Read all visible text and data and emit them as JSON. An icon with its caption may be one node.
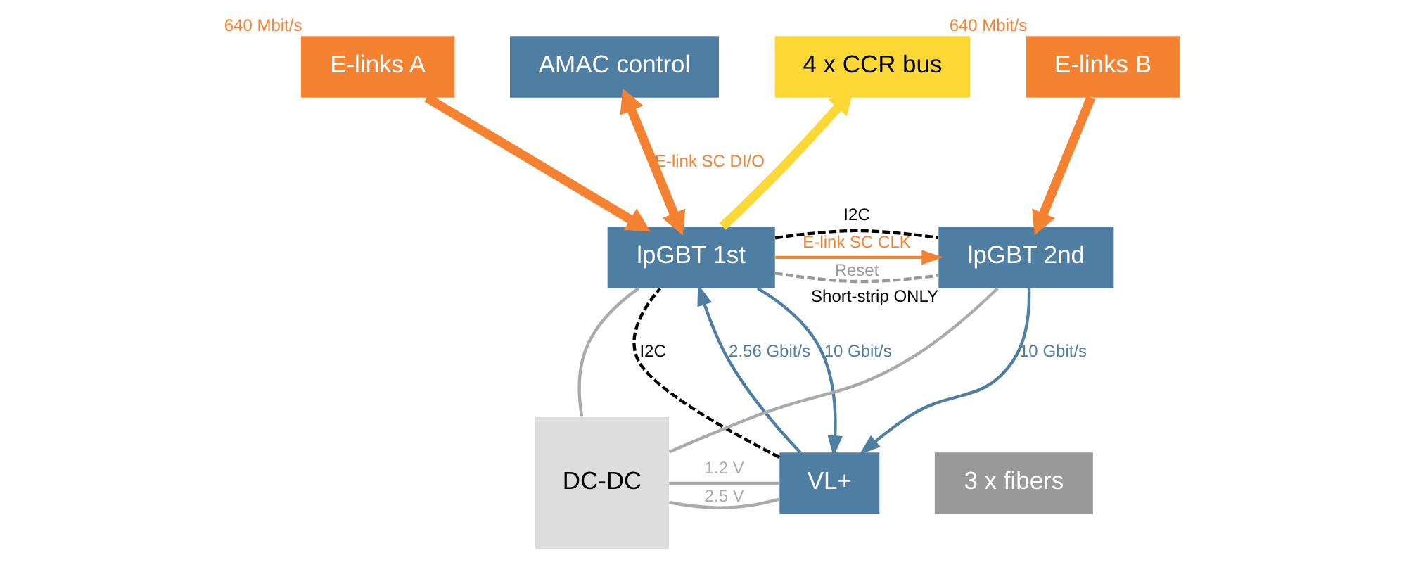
{
  "diagram": {
    "nodes": [
      {
        "text": [
          "AMAC control"
        ]
      },
      {
        "text": [
          "4 x CCR bus"
        ]
      },
      {
        "text": [
          "E-links A"
        ],
        "beside": [
          "640 Mbit/s"
        ]
      },
      {
        "text": [
          "E-links B"
        ],
        "beside": [
          "640 Mbit/s"
        ]
      },
      {
        "text": [
          "3 x fibers"
        ]
      },
      {
        "text": [
          "VL+"
        ]
      },
      {
        "text": [
          "lpGBT 1st"
        ]
      },
      {
        "text": [
          "lpGBT 2nd"
        ],
        "beside": [
          "Short-strip ONLY"
        ]
      },
      {
        "text": [
          "DC-DC"
        ]
      }
    ],
    "edges": [
      {
        "from": 6,
        "to": 0,
        "arrow": "both",
        "label": "E-link SC DI/O",
        "style": "thick",
        "color": "#f58231"
      },
      {
        "from": 6,
        "to": 1,
        "arrow": "to",
        "style": "thick",
        "color": "#fdd835"
      },
      {
        "from": 2,
        "to": 6,
        "arrow": "to",
        "style": "thick",
        "color": "#f58231"
      },
      {
        "from": 3,
        "to": 7,
        "arrow": "to",
        "style": "thick",
        "color": "#f58231"
      },
      {
        "from": 6,
        "to": 7,
        "arrow": "to",
        "label": "E-link SC CLK",
        "color": "#f58231"
      },
      {
        "from": 6,
        "to": 7,
        "arrow": "none",
        "label": "Reset",
        "style": "dashed",
        "color": "#999999"
      },
      {
        "from": 5,
        "to": 6,
        "arrow": "none",
        "label": "I2C",
        "style": "dashed",
        "color": "#000000"
      },
      {
        "from": 6,
        "to": 7,
        "arrow": "none",
        "label": "I2C",
        "style": "dashed",
        "color": "#000000"
      },
      {
        "from": 5,
        "to": 6,
        "arrow": "to",
        "label": "2.56 Gbit/s",
        "color": "#4f7ea3"
      },
      {
        "from": 6,
        "to": 5,
        "arrow": "to",
        "label": "10 Gbit/s",
        "color": "#4f7ea3"
      },
      {
        "from": 7,
        "to": 5,
        "arrow": "to",
        "label": "10 Gbit/s",
        "color": "#4f7ea3"
      },
      {
        "from": 8,
        "to": 5,
        "arrow": "none",
        "label": "1.2 V",
        "color": "#aaaaaa"
      },
      {
        "from": 8,
        "to": 6,
        "arrow": "none",
        "color": "#aaaaaa"
      },
      {
        "from": 8,
        "to": 7,
        "arrow": "none",
        "color": "#aaaaaa"
      },
      {
        "from": 8,
        "to": 5,
        "arrow": "none",
        "label": "2.5 V",
        "color": "#aaaaaa"
      }
    ]
  }
}
